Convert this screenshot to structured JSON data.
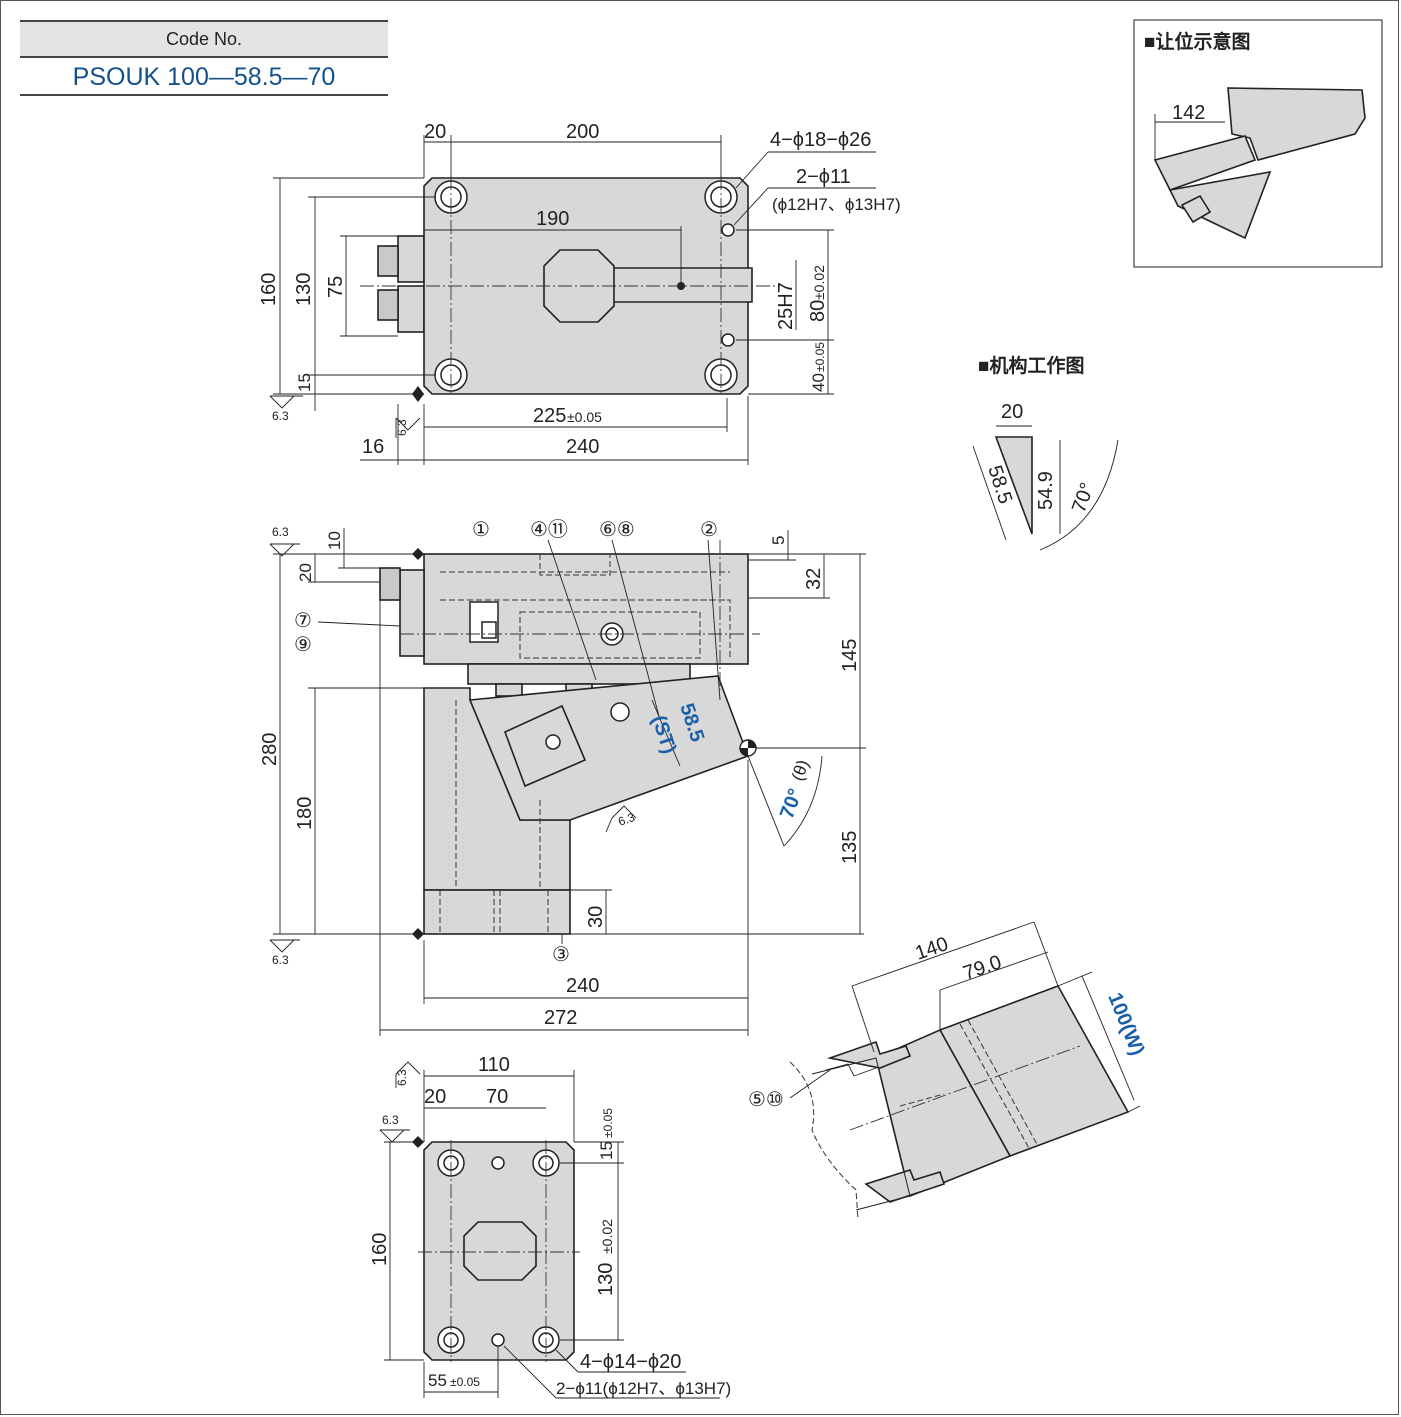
{
  "code_table": {
    "header": "Code No.",
    "value": "PSOUK 100—58.5—70"
  },
  "inset_clearance": {
    "title": "■让位示意图",
    "dim": "142"
  },
  "inset_mechanism": {
    "title": "■机构工作图",
    "d_width": "20",
    "d_stroke": "58.5",
    "d_height": "54.9",
    "d_angle": "70°"
  },
  "top_view": {
    "d_20": "20",
    "d_200": "200",
    "d_190": "190",
    "d_225": "225",
    "d_225_tol": "±0.05",
    "d_240": "240",
    "d_16": "16",
    "d_160": "160",
    "d_130": "130",
    "d_75": "75",
    "d_15": "15",
    "d_25h7": "25H7",
    "d_80": "80",
    "d_80_tol": "±0.02",
    "d_40": "40",
    "d_40_tol": "±0.05",
    "holes_a": "4−ϕ18−ϕ26",
    "holes_b": "2−ϕ11",
    "holes_b_fit": "(ϕ12H7、ϕ13H7)",
    "rough": "6.3"
  },
  "front_view": {
    "d_10": "10",
    "d_20": "20",
    "d_5": "5",
    "d_32": "32",
    "d_145": "145",
    "d_135": "135",
    "d_280": "280",
    "d_180": "180",
    "d_30": "30",
    "d_240": "240",
    "d_272": "272",
    "stroke": "58.5",
    "stroke_tag": "(ST)",
    "angle": "70°",
    "angle_tag": "(θ)",
    "p1": "①",
    "p2": "②",
    "p3": "③",
    "p4_11": "④⑪",
    "p6_8": "⑥⑧",
    "p7": "⑦",
    "p9": "⑨",
    "rough": "6.3"
  },
  "bottom_view": {
    "d_110": "110",
    "d_20": "20",
    "d_70": "70",
    "d_15": "15",
    "d_15_tol": "±0.05",
    "d_130": "130",
    "d_130_tol": "±0.02",
    "d_160": "160",
    "d_55": "55",
    "d_55_tol": "±0.05",
    "holes_a": "4−ϕ14−ϕ20",
    "holes_b": "2−ϕ11(ϕ12H7、ϕ13H7)",
    "rough": "6.3"
  },
  "iso_view": {
    "d_140": "140",
    "d_79": "79.0",
    "d_width": "100(W)",
    "p5_10": "⑤⑩"
  }
}
